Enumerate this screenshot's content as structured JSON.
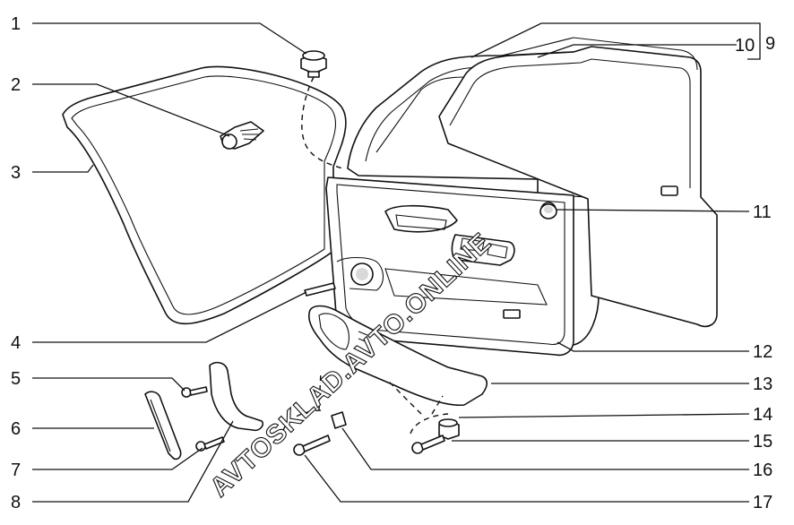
{
  "callouts": {
    "c1": "1",
    "c2": "2",
    "c3": "3",
    "c4": "4",
    "c5": "5",
    "c6": "6",
    "c7": "7",
    "c8": "8",
    "c9": "9",
    "c10": "10",
    "c11": "11",
    "c12": "12",
    "c13": "13",
    "c14": "14",
    "c15": "15",
    "c16": "16",
    "c17": "17"
  },
  "watermark": "AVTOSKLAD.AVTO.ONLINE"
}
